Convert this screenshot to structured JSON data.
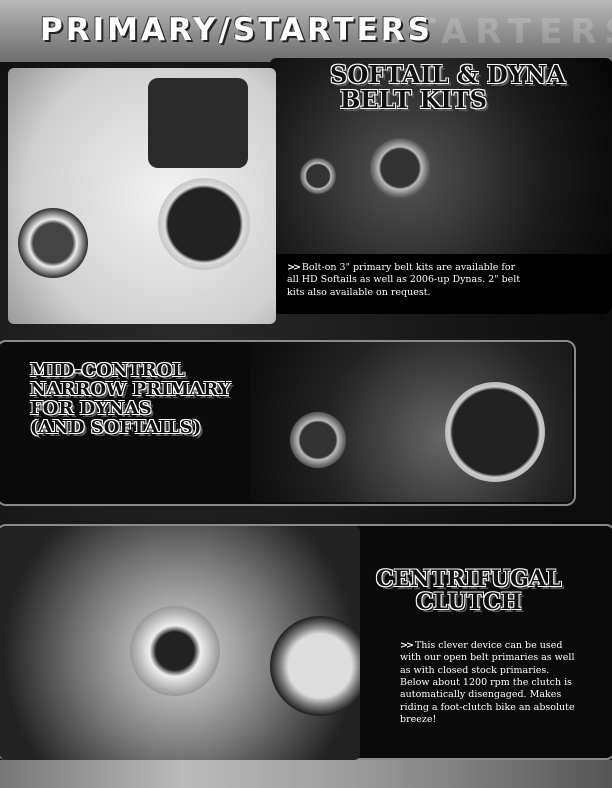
{
  "header": {
    "title": "PRIMARY/STARTERS",
    "watermark": "STARTERS"
  },
  "sections": [
    {
      "heading_line1": "Softail & Dyna",
      "heading_line2": "Belt Kits",
      "arrow_icon": "double-arrow-icon",
      "text": "Bolt-on 3\" primary belt kits are available for all HD Softails as well as 2006-up Dynas. 2\" belt kits also available on request."
    },
    {
      "heading_lines": [
        "Mid-Control",
        "Narrow Primary",
        "for Dynas",
        "(and Softails)"
      ]
    },
    {
      "heading_line1": "Centrifugal",
      "heading_line2": "Clutch",
      "arrow_icon": "double-arrow-icon",
      "text": "This clever device can be used with our open belt primaries as well as with closed stock primaries. Below about 1200 rpm the clutch is automatically disengaged. Makes riding a foot-clutch bike an absolute breeze!"
    }
  ]
}
